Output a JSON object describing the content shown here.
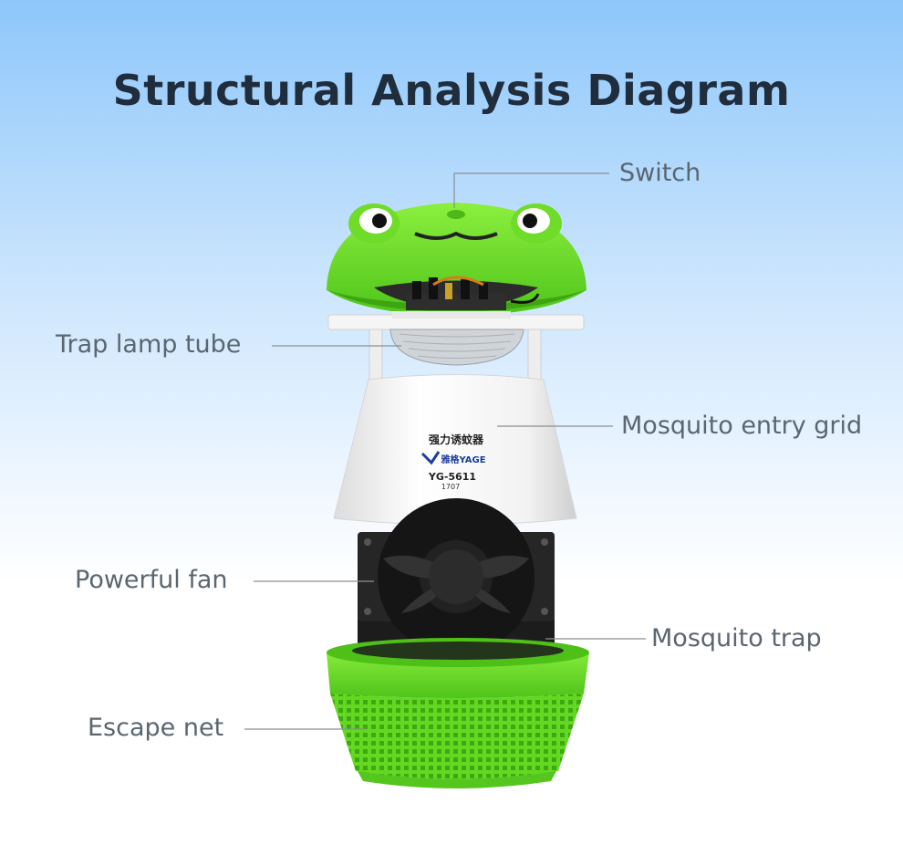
{
  "title": "Structural Analysis Diagram",
  "labels": {
    "switch": "Switch",
    "trap_lamp_tube": "Trap lamp tube",
    "mosquito_entry_grid": "Mosquito entry grid",
    "powerful_fan": "Powerful fan",
    "mosquito_trap": "Mosquito trap",
    "escape_net": "Escape net"
  },
  "product": {
    "chinese_text": "强力诱蚊器",
    "brand": "雅格YAGE",
    "model": "YG-5611",
    "code": "1707"
  },
  "colors": {
    "frog_green": "#6fdc2a",
    "grid_white": "#f4f4f4",
    "fan_black": "#1c1c1c",
    "title": "#1f2d3d",
    "label": "#5a6670"
  }
}
